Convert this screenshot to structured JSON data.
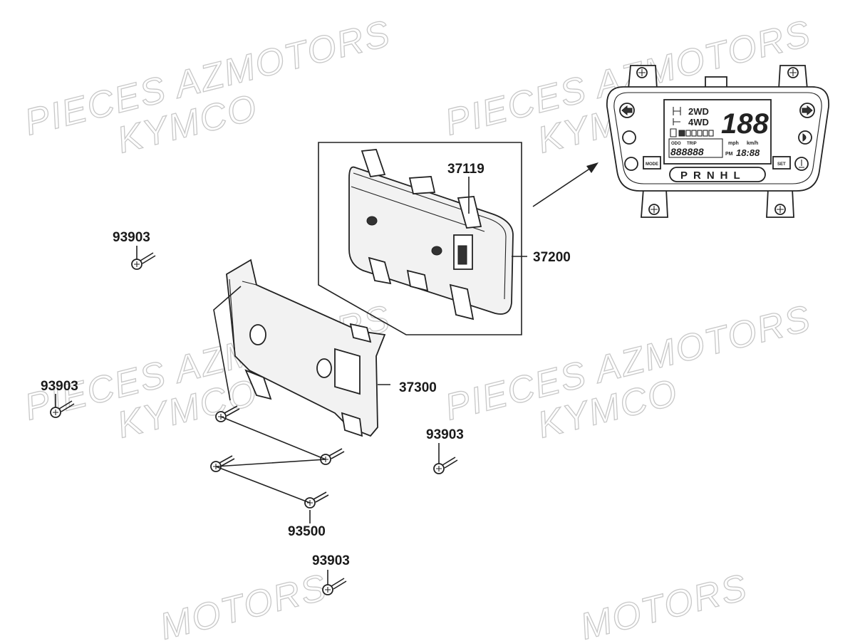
{
  "watermark": {
    "line1": "PIECES AZMOTORS",
    "line2": "KYMCO",
    "bottom": "MOTORS"
  },
  "parts": {
    "p37119": "37119",
    "p37200": "37200",
    "p37300": "37300",
    "p93500": "93500",
    "p93903_a": "93903",
    "p93903_b": "93903",
    "p93903_c": "93903",
    "p93903_d": "93903"
  },
  "display": {
    "drive_2wd": "2WD",
    "drive_4wd": "4WD",
    "digits": "188",
    "odo_label": "ODO",
    "trip_label": "TRIP",
    "odometer": "888888",
    "unit_mph": "mph",
    "unit_kmh": "km/h",
    "clock": "18:88",
    "clock_label": "PM",
    "mode_button": "MODE",
    "set_button": "SET",
    "gear_strip": "PRNHL"
  }
}
